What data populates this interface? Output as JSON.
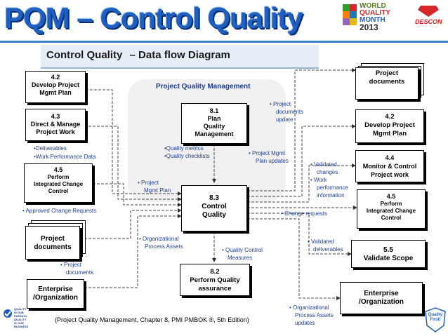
{
  "header": {
    "title": "PQM – Control Quality",
    "subtitle_left": "Control Quality",
    "subtitle_right": "– Data flow Diagram",
    "wqm_line1": "WORLD",
    "wqm_line2": "QUALITY",
    "wqm_line3": "MONTH",
    "wqm_year": "2013",
    "descon": "DESCON"
  },
  "pqm_label": "Project Quality Management",
  "boxes": {
    "b42_left": {
      "num": "4.2",
      "l1": "Develop Project",
      "l2": "Mgmt Plan"
    },
    "b43": {
      "num": "4.3",
      "l1": "Direct & Manage",
      "l2": "Project Work"
    },
    "b45_left": {
      "num": "4.5",
      "l1": "Perform",
      "l2": "Integrated Change",
      "l3": "Control"
    },
    "pd_left": {
      "l1": "Project",
      "l2": "documents"
    },
    "ent_left": {
      "l1": "Enterprise",
      "l2": "/Organization"
    },
    "b81": {
      "num": "8.1",
      "l1": "Plan",
      "l2": "Quality",
      "l3": "Management"
    },
    "b83": {
      "num": "8.3",
      "l1": "Control",
      "l2": "Quality"
    },
    "b82": {
      "num": "8.2",
      "l1": "Perform Quality",
      "l2": "assurance"
    },
    "pd_right": {
      "l1": "Project",
      "l2": "documents"
    },
    "b42_right": {
      "num": "4.2",
      "l1": "Develop Project",
      "l2": "Mgmt Plan"
    },
    "b44": {
      "num": "4.4",
      "l1": "Monitor & Control",
      "l2": "Project work"
    },
    "b45_right": {
      "num": "4.5",
      "l1": "Perform",
      "l2": "Integrated Change",
      "l3": "Control"
    },
    "b55": {
      "num": "5.5",
      "l1": "Validate Scope"
    },
    "ent_right": {
      "l1": "Enterprise",
      "l2": "/Organization"
    }
  },
  "notes": {
    "deliverables": "•Deliverables",
    "wpd": "•Work Performance Data",
    "approved_cr": "• Approved Change Requests",
    "pd_bullet1": "• Project",
    "pd_bullet2": "documents",
    "qm": "•Quality metrics",
    "qc": "•Quality checklists",
    "pmp1": "• Project",
    "pmp2": "Mgmt Plan",
    "opa1": "• Organizational",
    "opa2": "Process Assets",
    "qcm1": "• Quality Control",
    "qcm2": "Measures",
    "pdu1": "• Project",
    "pdu2": "documents",
    "pdu3": "update",
    "pmpu1": "• Project Mgmt",
    "pmpu2": "Plan updates",
    "vc1": "• Validated",
    "vc2": "changes",
    "wpi1": "• Work",
    "wpi2": "performance",
    "wpi3": "information",
    "cr": "• Change requests",
    "vd1": "• Validated",
    "vd2": "deliverables",
    "opau1": "• Organizational",
    "opau2": "Process Assets",
    "opau3": "updates"
  },
  "footer": {
    "citation": "(Project Quality Management, Chapter 8, PMI PMBOK ®, 5th Edition)",
    "logo_left1": "QUALITY",
    "logo_left2": "IS OUR PASSION",
    "logo_left3": "QUALITY",
    "logo_left4": "IS OUR BUSINESS",
    "logo_right1": "Quality",
    "logo_right2": "First!"
  },
  "colors": {
    "title": "#1f5fbf",
    "note": "#1f3f8f",
    "green": "#1f7f1f"
  }
}
